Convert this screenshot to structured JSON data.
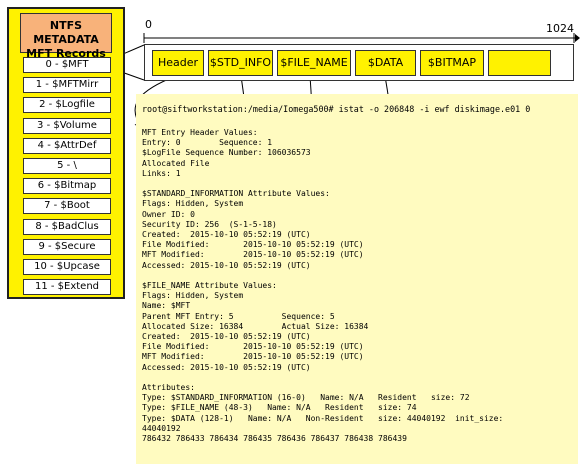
{
  "panel": {
    "title_line1": "NTFS METADATA",
    "title_line2": "MFT Records",
    "records": [
      "0 - $MFT",
      "1 - $MFTMirr",
      "2 - $Logfile",
      "3 - $Volume",
      "4 - $AttrDef",
      "5 - \\",
      "6 - $Bitmap",
      "7 - $Boot",
      "8 - $BadClus",
      "9 - $Secure",
      "10 - $Upcase",
      "11 - $Extend"
    ]
  },
  "axis": {
    "start": "0",
    "end": "1024"
  },
  "header_boxes": [
    "Header",
    "$STD_INFO",
    "$FILE_NAME",
    "$DATA",
    "$BITMAP",
    ""
  ],
  "terminal": {
    "command": "root@siftworkstation:/media/Iomega500# istat -o 206848 -i ewf diskimage.e01 0",
    "lines": [
      "MFT Entry Header Values:",
      "Entry: 0        Sequence: 1",
      "$LogFile Sequence Number: 106036573",
      "Allocated File",
      "Links: 1",
      "",
      "$STANDARD_INFORMATION Attribute Values:",
      "Flags: Hidden, System",
      "Owner ID: 0",
      "Security ID: 256  (S-1-5-18)",
      "Created:  2015-10-10 05:52:19 (UTC)",
      "File Modified:       2015-10-10 05:52:19 (UTC)",
      "MFT Modified:        2015-10-10 05:52:19 (UTC)",
      "Accessed: 2015-10-10 05:52:19 (UTC)",
      "",
      "$FILE_NAME Attribute Values:",
      "Flags: Hidden, System",
      "Name: $MFT",
      "Parent MFT Entry: 5          Sequence: 5",
      "Allocated Size: 16384        Actual Size: 16384",
      "Created:  2015-10-10 05:52:19 (UTC)",
      "File Modified:       2015-10-10 05:52:19 (UTC)",
      "MFT Modified:        2015-10-10 05:52:19 (UTC)",
      "Accessed: 2015-10-10 05:52:19 (UTC)",
      "",
      "Attributes:",
      "Type: $STANDARD_INFORMATION (16-0)   Name: N/A   Resident   size: 72",
      "Type: $FILE_NAME (48-3)   Name: N/A   Resident   size: 74",
      "Type: $DATA (128-1)   Name: N/A   Non-Resident   size: 44040192  init_size:",
      "44040192",
      "786432 786433 786434 786435 786436 786437 786438 786439"
    ]
  }
}
